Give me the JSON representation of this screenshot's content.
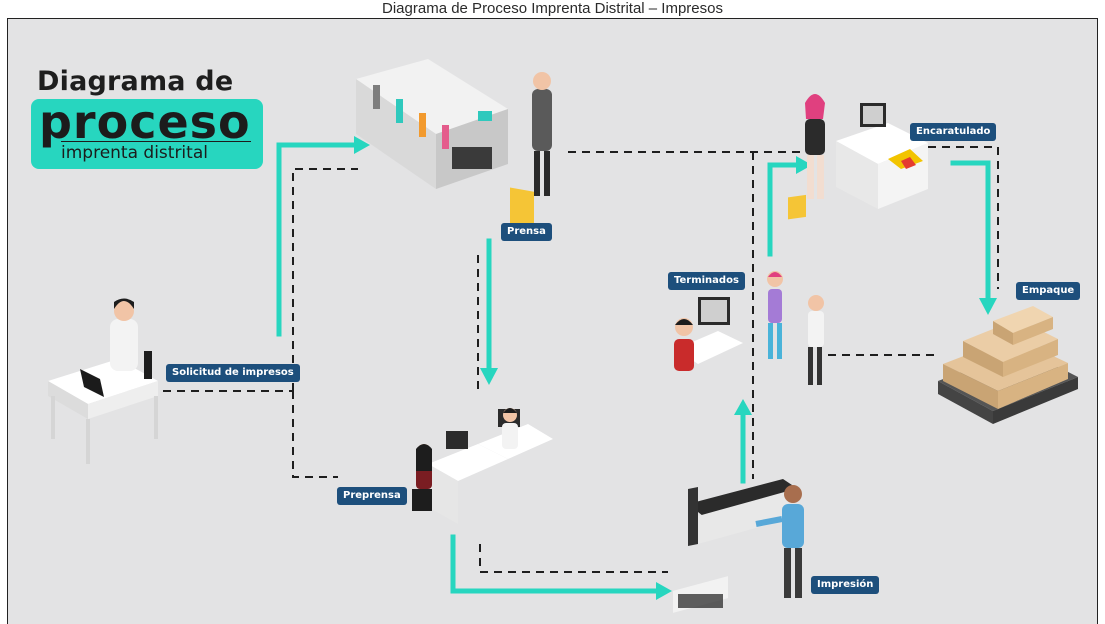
{
  "caption": "Diagrama de Proceso Imprenta Distrital – Impresos",
  "title": {
    "line1": "Diagrama de",
    "line2": "proceso",
    "line3": "imprenta distrital"
  },
  "stages": {
    "solicitud": "Solicitud de impresos",
    "prensa": "Prensa",
    "preprensa": "Preprensa",
    "impresion": "Impresión",
    "terminados": "Terminados",
    "encaratulado": "Encaratulado",
    "empaque": "Empaque"
  },
  "colors": {
    "background": "#e3e3e4",
    "accent": "#27d6bf",
    "label": "#1d4f7c",
    "dash": "#1e1e1e"
  }
}
